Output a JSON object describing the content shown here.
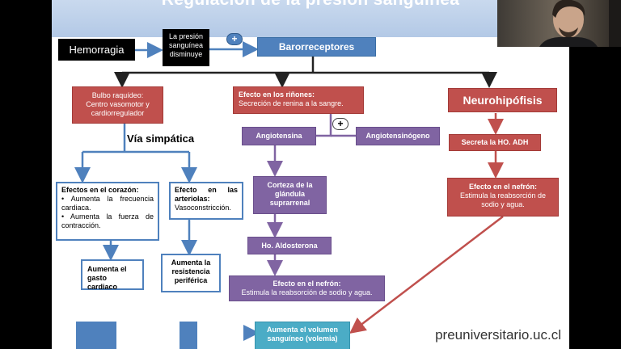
{
  "slide": {
    "title": "Regulación de la presión sanguínea",
    "footer_url": "preuniversitario.uc.cl"
  },
  "nodes": {
    "hemorragia": "Hemorragia",
    "presion": [
      "La presión",
      "sanguínea",
      "disminuye"
    ],
    "plus_1": "+",
    "barorreceptores": "Barorreceptores",
    "bulbo": [
      "Bulbo raquídeo:",
      "Centro vasomotor y",
      "cardiorregulador"
    ],
    "riñones_title": "Efecto en los riñones:",
    "riñones_text": "Secreción de renina a la sangre.",
    "neurohipofisis": "Neurohipófisis",
    "via_simpatica": "Vía simpática",
    "plus_2": "+",
    "angiotensina": "Angiotensina",
    "angiotensinogeno": "Angiotensinógeno",
    "secreta_adh": "Secreta la HO. ADH",
    "corazon_title": "Efectos en el corazón:",
    "corazon_items": [
      "• Aumenta la frecuencia cardiaca.",
      "• Aumenta la fuerza de contracción."
    ],
    "arteriolas_title": "Efecto en las arteriolas:",
    "arteriolas_text": "Vasoconstricción.",
    "corteza": [
      "Corteza de la",
      "glándula",
      "suprarrenal"
    ],
    "nefron_adh_title": "Efecto en el nefrón:",
    "nefron_adh_text": [
      "Estimula la reabsorción de",
      "sodio y agua."
    ],
    "aldosterona": "Ho. Aldosterona",
    "gasto": [
      "Aumenta el",
      "gasto cardiaco"
    ],
    "resistencia": [
      "Aumenta la",
      "resistencia",
      "periférica"
    ],
    "nefron_aldo_title": "Efecto en el nefrón:",
    "nefron_aldo_text": "Estimula la reabsorción de sodio y agua.",
    "volumen": [
      "Aumenta el volumen",
      "sanguíneo (volemia)"
    ]
  },
  "colors": {
    "blue": "#4f81bd",
    "red": "#c0504d",
    "purple": "#8064a2",
    "teal": "#4bacc6",
    "arrow_blue": "#4f81bd",
    "arrow_red": "#c0504d",
    "arrow_purple": "#8064a2",
    "arrow_dark": "#222222"
  },
  "icons": [
    "plus-icon",
    "arrow-icon"
  ],
  "webcam": "presenter-webcam"
}
